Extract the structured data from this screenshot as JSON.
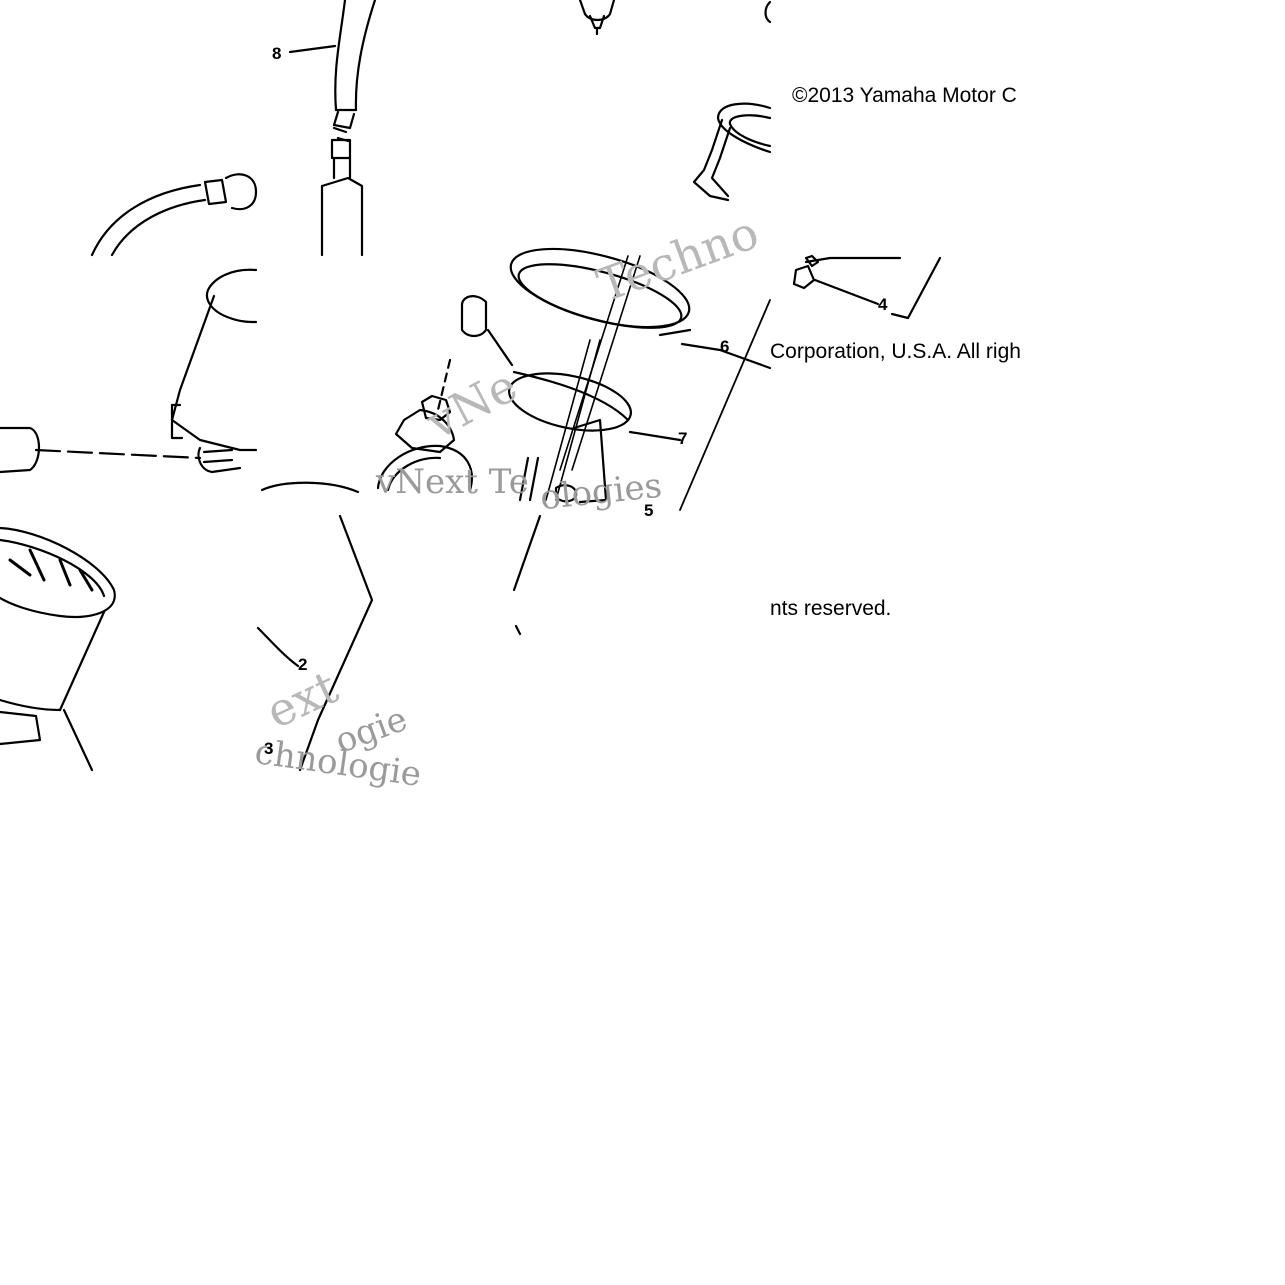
{
  "copyright": {
    "part1": "©2013 Yamaha Motor C",
    "part2": "Corporation, U.S.A. All righ",
    "part3": "nts reserved."
  },
  "watermark": {
    "a": "vNext Te",
    "b": "Techno",
    "c": "vNe",
    "d": "ologies",
    "e": "ext",
    "f": "chnologie",
    "g": "ogie"
  },
  "callouts": {
    "c2": "2",
    "c3": "3",
    "c4": "4",
    "c5": "5",
    "c6": "6",
    "c7": "7",
    "c8": "8"
  }
}
